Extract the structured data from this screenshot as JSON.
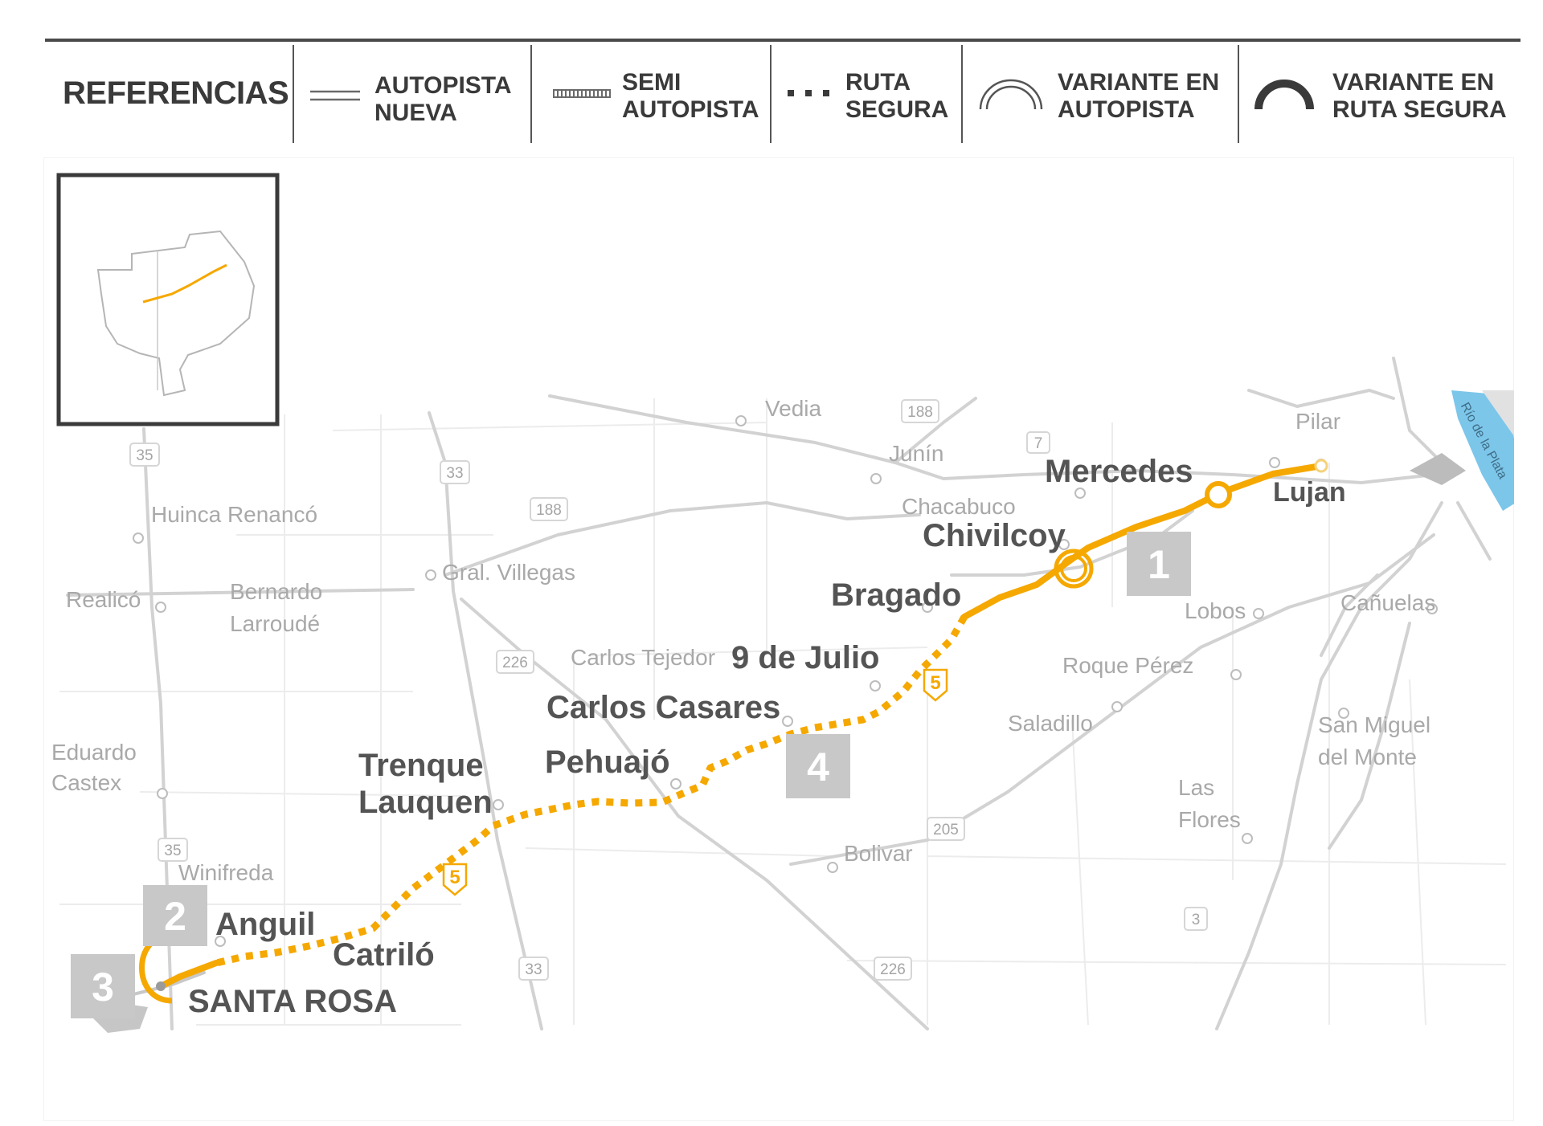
{
  "legend": {
    "title": "REFERENCIAS",
    "items": [
      {
        "line1": "AUTOPISTA",
        "line2": "NUEVA",
        "symbol": "double-line-icon"
      },
      {
        "line1": "SEMI",
        "line2": "AUTOPISTA",
        "symbol": "hatched-line-icon"
      },
      {
        "line1": "RUTA",
        "line2": "SEGURA",
        "symbol": "dotted-line-icon"
      },
      {
        "line1": "VARIANTE EN",
        "line2": "AUTOPISTA",
        "symbol": "double-arc-icon"
      },
      {
        "line1": "VARIANTE EN",
        "line2": "RUTA SEGURA",
        "symbol": "solid-arc-icon"
      }
    ]
  },
  "map": {
    "river_label": "Río de la Plata",
    "colors": {
      "route": "#f5a800",
      "roads": "#d2d2d2",
      "river": "#7cc6ea",
      "labels": "#545454"
    },
    "route_shields": [
      "5",
      "5"
    ],
    "road_shields": [
      "35",
      "33",
      "188",
      "188",
      "7",
      "226",
      "35",
      "205",
      "33",
      "226",
      "3"
    ],
    "section_numbers": [
      "1",
      "2",
      "3",
      "4"
    ],
    "towns_major": [
      "Mercedes",
      "Lujan",
      "Chivilcoy",
      "Bragado",
      "9 de Julio",
      "Carlos Casares",
      "Pehuajó",
      "Anguil",
      "Catriló",
      "SANTA ROSA"
    ],
    "towns_two_line": [
      {
        "line1": "Trenque",
        "line2": "Lauquen"
      }
    ],
    "towns_minor": [
      "Vedia",
      "Pilar",
      "Junín",
      "Chacabuco",
      "Huinca Renancó",
      "Gral. Villegas",
      "Realicó",
      "Lobos",
      "Cañuelas",
      "Carlos Tejedor",
      "Roque Pérez",
      "Saladillo",
      "Bolivar",
      "Winifreda"
    ],
    "towns_minor_two_line": [
      {
        "line1": "Bernardo",
        "line2": "Larroudé"
      },
      {
        "line1": "Eduardo",
        "line2": "Castex"
      },
      {
        "line1": "San Miguel",
        "line2": "del Monte"
      },
      {
        "line1": "Las",
        "line2": "Flores"
      }
    ]
  }
}
